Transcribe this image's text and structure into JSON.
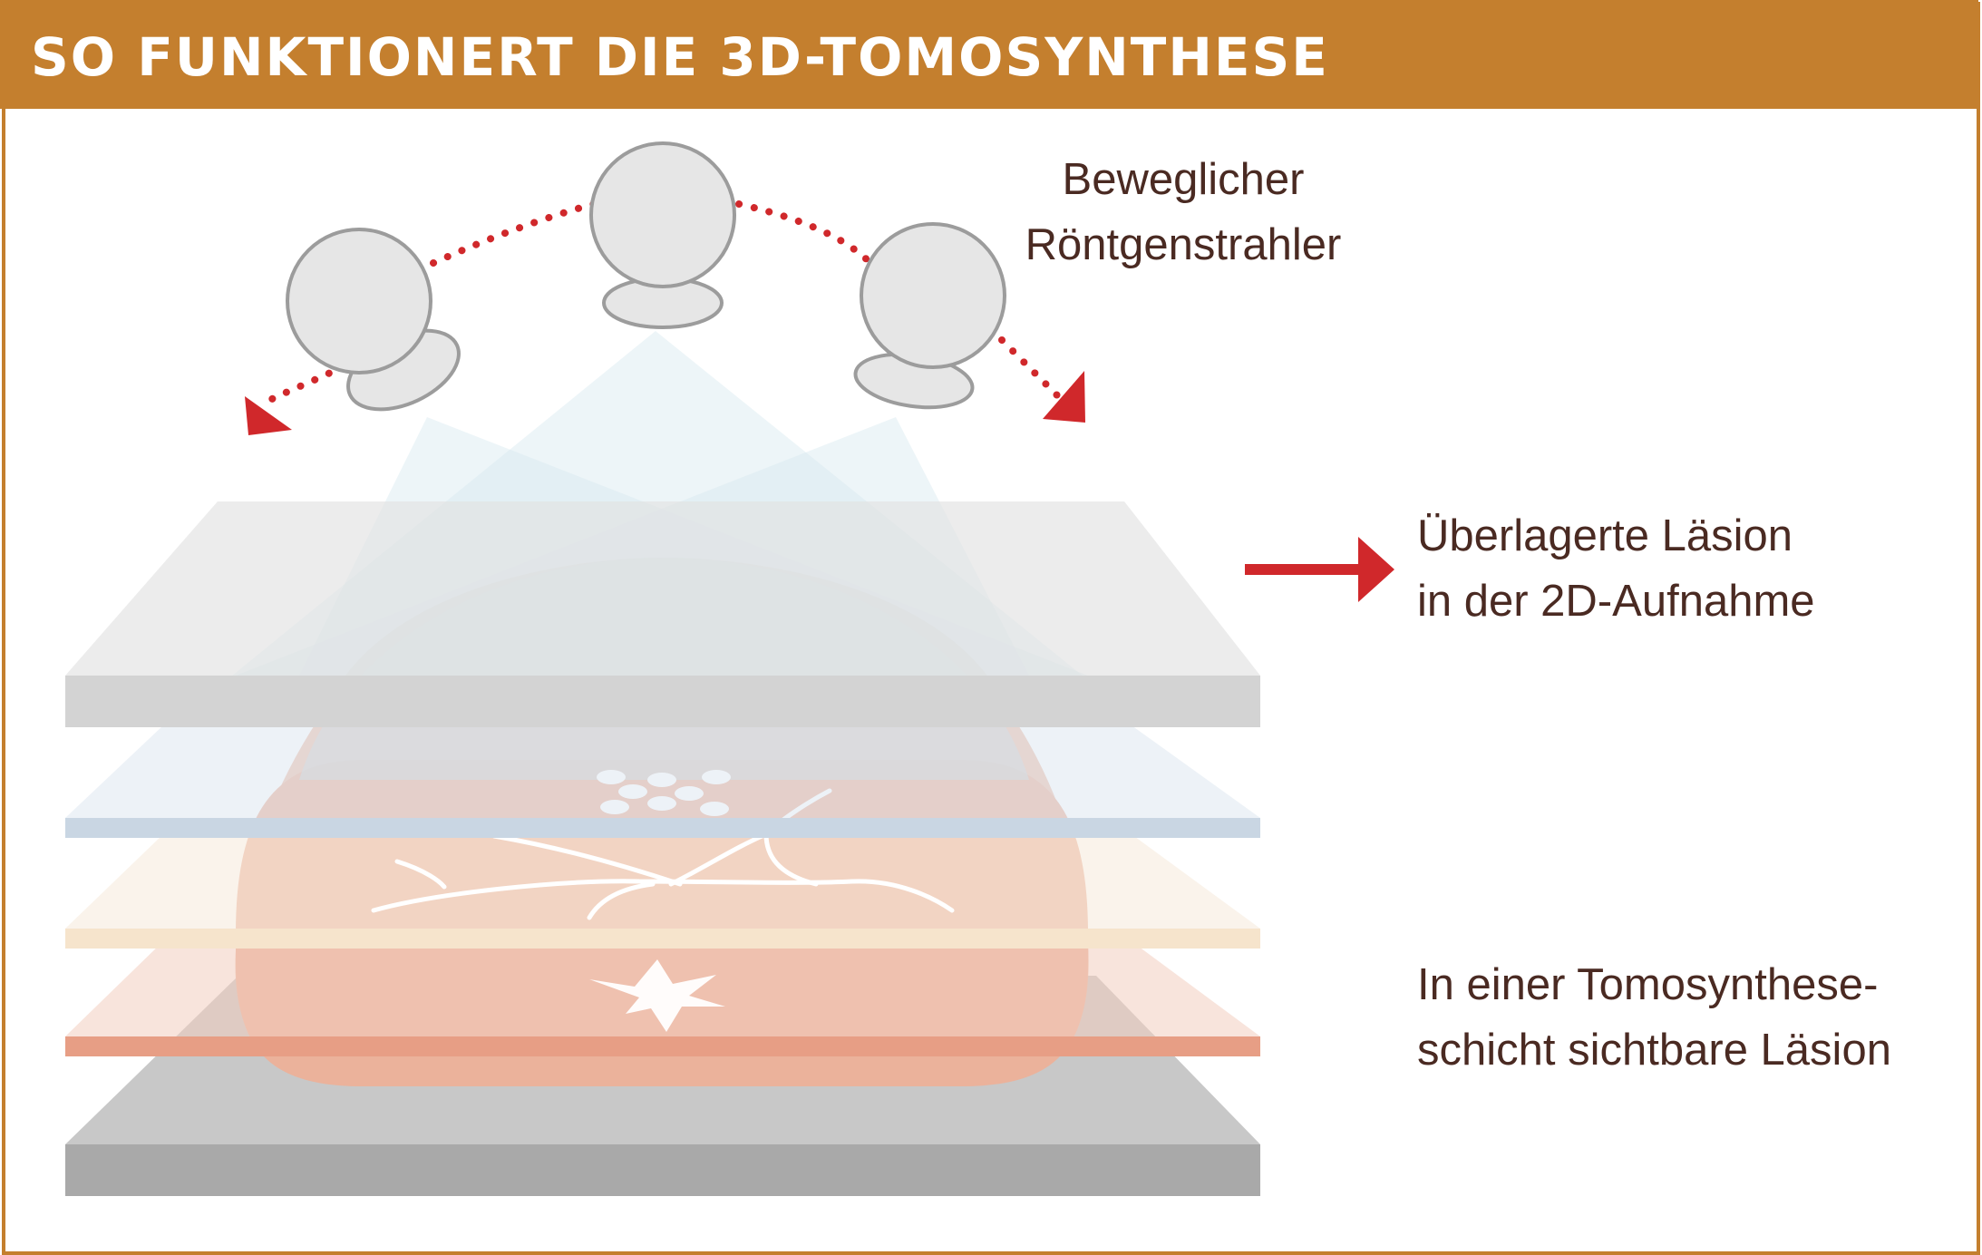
{
  "header": {
    "title": "SO FUNKTIONERT DIE 3D-TOMOSYNTHESE",
    "color": "#c47f2e"
  },
  "labels": {
    "emitter": [
      "Beweglicher",
      "Röntgenstrahler"
    ],
    "superimposed_lesion": [
      "Überlagerte Läsion",
      "in der 2D-Aufnahme"
    ],
    "slice_lesion": [
      "In einer Tomosynthese-",
      "schicht sichtbare Läsion"
    ]
  },
  "colors": {
    "arrow_red": "#d0282b",
    "label_text": "#4a2a22",
    "tissue": "#ecb49c",
    "emitter_gray": "#e6e6e6",
    "plate_gray": "#bdbdbd"
  }
}
